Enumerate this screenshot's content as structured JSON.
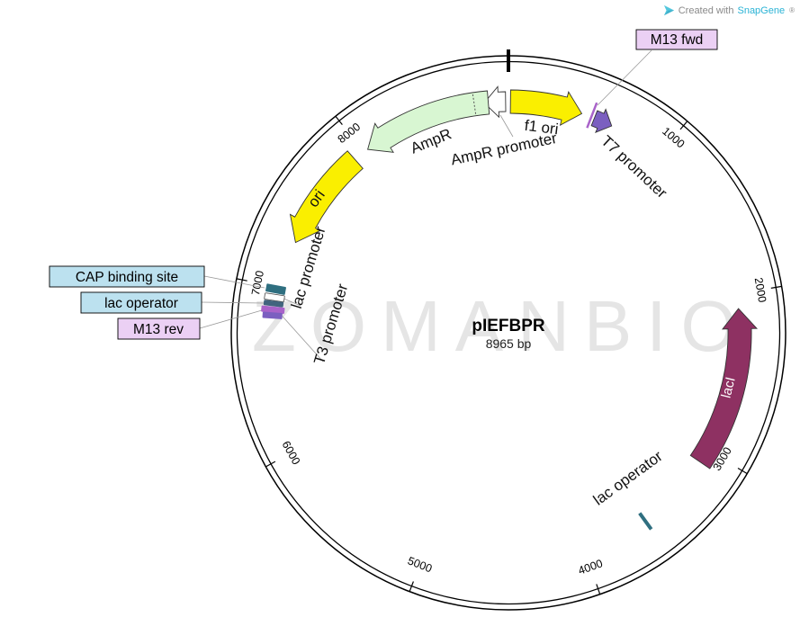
{
  "credit": {
    "prefix": "Created with",
    "brand": "SnapGene",
    "registered": "®"
  },
  "watermark": "ZOMANBIO",
  "plasmid": {
    "title": "pIEFBPR",
    "size_label": "8965 bp",
    "ticks": {
      "t1000": "1000",
      "t2000": "2000",
      "t3000": "3000",
      "t4000": "4000",
      "t5000": "5000",
      "t6000": "6000",
      "t7000": "7000",
      "t8000": "8000"
    },
    "features": {
      "f1_ori": {
        "label": "f1 ori",
        "color": "#FAEF00"
      },
      "t7_promoter": {
        "label": "T7 promoter",
        "color": "#7B5FC0"
      },
      "m13_fwd": {
        "label": "M13 fwd",
        "color": "#A963C9",
        "box_fill": "#EBD0F4"
      },
      "laci": {
        "label": "lacI",
        "color": "#8E3162"
      },
      "lac_operator_right": {
        "label": "lac operator",
        "color": "#2F6F80"
      },
      "ori": {
        "label": "ori",
        "color": "#FAEF00"
      },
      "ampr": {
        "label": "AmpR",
        "color": "#D8F6D2"
      },
      "ampr_promoter": {
        "label": "AmpR promoter",
        "color": "#FFFFFF"
      },
      "cap_binding_site": {
        "label": "CAP binding site",
        "color": "#2F6F80",
        "box_fill": "#BCE1EF"
      },
      "lac_operator_left": {
        "label": "lac operator",
        "color": "#41647E",
        "box_fill": "#BCE1EF"
      },
      "m13_rev": {
        "label": "M13 rev",
        "color": "#A963C9",
        "box_fill": "#EBD0F4"
      },
      "lac_promoter": {
        "label": "lac promoter",
        "color": "#FFFFFF"
      },
      "t3_promoter": {
        "label": "T3 promoter",
        "color": "#7B5FC0"
      }
    }
  }
}
